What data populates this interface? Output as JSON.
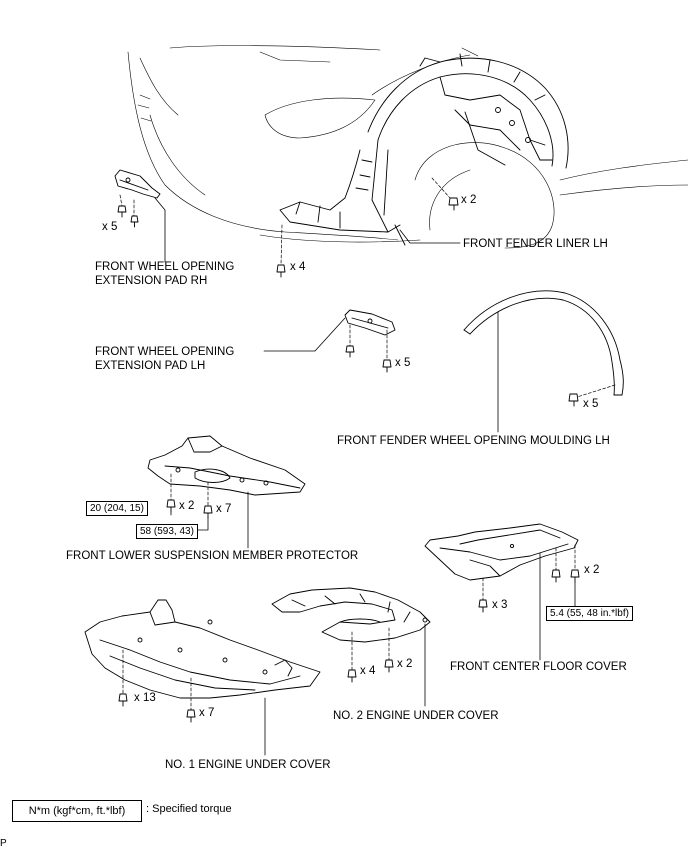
{
  "labels": {
    "fender_liner": "FRONT FENDER LINER LH",
    "pad_rh": [
      "FRONT WHEEL OPENING",
      "EXTENSION PAD RH"
    ],
    "pad_lh": [
      "FRONT WHEEL OPENING",
      "EXTENSION PAD LH"
    ],
    "moulding": "FRONT FENDER WHEEL OPENING MOULDING LH",
    "protector": "FRONT LOWER SUSPENSION MEMBER PROTECTOR",
    "center_floor": "FRONT CENTER FLOOR COVER",
    "under2": "NO. 2 ENGINE UNDER COVER",
    "under1": "NO. 1 ENGINE UNDER COVER"
  },
  "quantities": {
    "liner_clip": "x 2",
    "pad_rh_clip": "x 5",
    "liner_bolt": "x 4",
    "pad_lh_clip": "x 5",
    "moulding_clip": "x 5",
    "protector_a": "x 2",
    "protector_b": "x 7",
    "center_a": "x 2",
    "center_b": "x 3",
    "under2_a": "x 4",
    "under2_b": "x 2",
    "under1_a": "x 13",
    "under1_b": "x 7"
  },
  "torques": {
    "protector_a": "20 (204, 15)",
    "protector_b": "58 (593, 43)",
    "center": "5.4 (55, 48 in.*lbf)"
  },
  "legend": {
    "unit": "N*m (kgf*cm, ft.*lbf)",
    "description": ": Specified torque"
  },
  "figure_code": "P"
}
